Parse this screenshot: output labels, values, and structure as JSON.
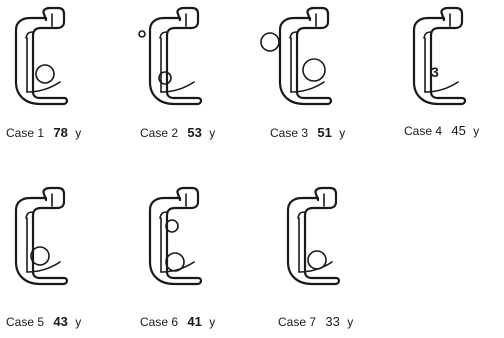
{
  "figure": {
    "cases": [
      {
        "label": "Case 1",
        "value": "78",
        "unit": "y"
      },
      {
        "label": "Case 2",
        "value": "53",
        "unit": "y"
      },
      {
        "label": "Case 3",
        "value": "51",
        "unit": "y"
      },
      {
        "label": "Case 4",
        "value": "45",
        "unit": "y"
      },
      {
        "label": "Case 5",
        "value": "43",
        "unit": "y"
      },
      {
        "label": "Case 6",
        "value": "41",
        "unit": "y"
      },
      {
        "label": "Case 7",
        "value": "33",
        "unit": "y"
      }
    ],
    "case4_marker": "3"
  }
}
